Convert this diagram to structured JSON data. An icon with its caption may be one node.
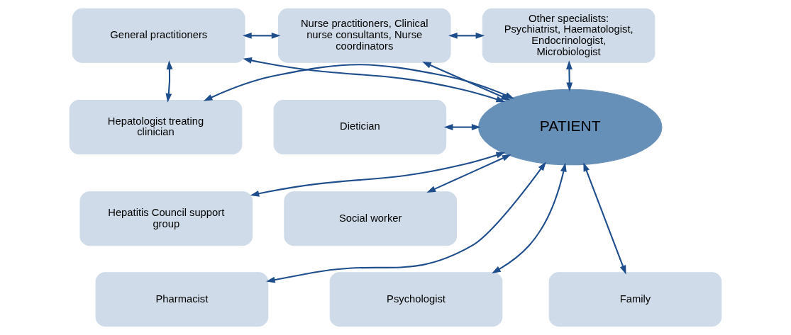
{
  "diagram": {
    "nodes": [
      {
        "text": [
          "General practitioners"
        ]
      },
      {
        "text": [
          "Nurse practitioners, Clinical nurse consultants, Nurse coordinators"
        ]
      },
      {
        "text": [
          "Other specialists: Psychiatrist, Haematologist, Endocrinologist, Microbiologist"
        ]
      },
      {
        "text": [
          "Hepatologist treating clinician"
        ]
      },
      {
        "text": [
          "PATIENT"
        ]
      },
      {
        "text": [
          "Dietician"
        ]
      },
      {
        "text": [
          "Hepatitis Council support group"
        ]
      },
      {
        "text": [
          "Social worker"
        ]
      },
      {
        "text": [
          "Pharmacist"
        ]
      },
      {
        "text": [
          "Family"
        ]
      },
      {
        "text": [
          "Psychologist"
        ]
      }
    ],
    "edges": [
      {
        "from": 0,
        "to": 1,
        "arrow": "both"
      },
      {
        "from": 1,
        "to": 2,
        "arrow": "both"
      },
      {
        "from": 0,
        "to": 3,
        "arrow": "both"
      },
      {
        "from": 0,
        "to": 4,
        "arrow": "both"
      },
      {
        "from": 1,
        "to": 4,
        "arrow": "both"
      },
      {
        "from": 2,
        "to": 4,
        "arrow": "both"
      },
      {
        "from": 3,
        "to": 4,
        "arrow": "both"
      },
      {
        "from": 5,
        "to": 4,
        "arrow": "both"
      },
      {
        "from": 6,
        "to": 4,
        "arrow": "both"
      },
      {
        "from": 7,
        "to": 4,
        "arrow": "both"
      },
      {
        "from": 8,
        "to": 4,
        "arrow": "both"
      },
      {
        "from": 9,
        "to": 4,
        "arrow": "both"
      },
      {
        "from": 10,
        "to": 4,
        "arrow": "both"
      }
    ]
  }
}
